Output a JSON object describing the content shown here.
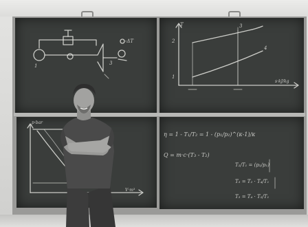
{
  "scene": {
    "colors": {
      "board": "#3a3d3b",
      "chalk": "#e6e6e2",
      "wall": "#d8d8d6",
      "shirt": "#4a4a4a",
      "skin": "#9c9c9a"
    }
  },
  "boards": {
    "top_left": {
      "labels": [
        "-ΔT",
        "3",
        "1"
      ]
    },
    "top_right": {
      "labels": [
        "T",
        "3",
        "4",
        "2",
        "1",
        "s·kJ/kg"
      ]
    },
    "bottom_left": {
      "labels": [
        "p·bar",
        "V·m³"
      ]
    },
    "bottom_right": {
      "equations": [
        "η = 1 - T₁/T₂ = 1 - (p₁/p₂)^(κ-1)/κ",
        "Q = m·c·(T₃ - T₂)",
        "T₂/T₁ = (p₂/p₁)",
        "T₃ = T₂ · T₄/T₁",
        "T₃ = T₄ · T₂/T₁"
      ]
    }
  }
}
